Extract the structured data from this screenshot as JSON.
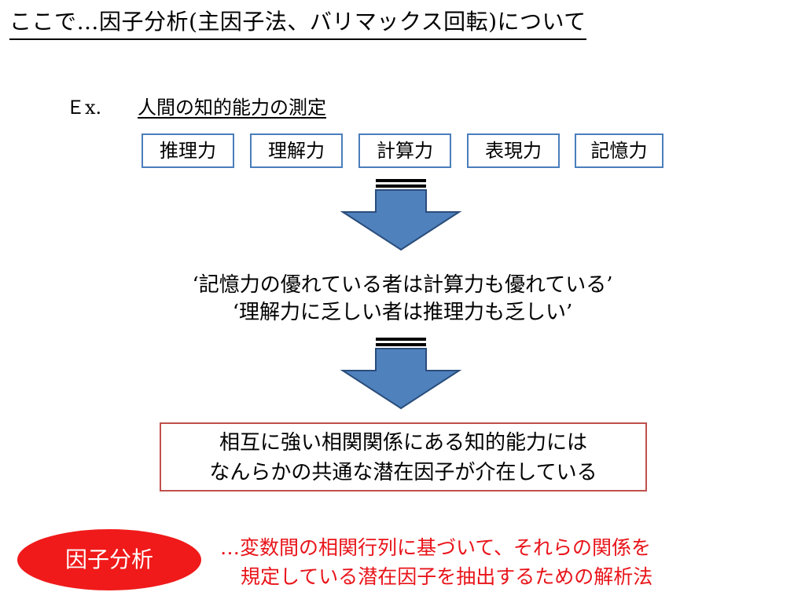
{
  "title": "ここで…因子分析(主因子法、バリマックス回転)について",
  "example": {
    "label": "Ｅx.",
    "text": "人間の知的能力の測定"
  },
  "abilities": [
    "推理力",
    "理解力",
    "計算力",
    "表現力",
    "記憶力"
  ],
  "observations": [
    "‘記憶力の優れている者は計算力も優れている’",
    "‘理解力に乏しい者は推理力も乏しい’"
  ],
  "conclusion": [
    "相互に強い相関関係にある知的能力には",
    "なんらかの共通な潜在因子が介在している"
  ],
  "method": {
    "label": "因子分析",
    "definition": [
      "…変数間の相関行列に基づいて、それらの関係を",
      "規定している潜在因子を抽出するための解析法"
    ]
  },
  "colors": {
    "ability_border": "#4a7ebb",
    "arrow_fill": "#4f81bd",
    "arrow_stroke": "#2a4d7a",
    "conclusion_border": "#c0504d",
    "method_fill": "#f01a1a",
    "definition_text": "#e8141a"
  }
}
